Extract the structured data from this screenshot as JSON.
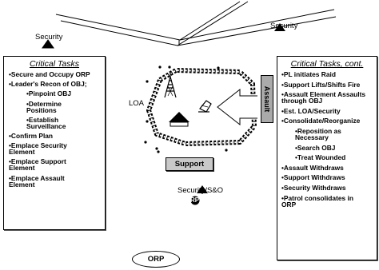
{
  "labels": {
    "security_left": "Security",
    "security_right": "Security",
    "loa": "LOA",
    "support": "Support",
    "assault": "Assault",
    "security_so": "Security/S&O",
    "rp": "RP",
    "orp": "ORP"
  },
  "left_panel": {
    "title": "Critical Tasks",
    "items": [
      {
        "text": "•Secure and Occupy ORP",
        "sub": false
      },
      {
        "text": "•Leader's Recon of OBJ;",
        "sub": false
      },
      {
        "text": "•Pinpoint OBJ",
        "sub": true
      },
      {
        "text": "•Determine Positions",
        "sub": true
      },
      {
        "text": "•Establish Surveillance",
        "sub": true
      },
      {
        "text": "•Confirm Plan",
        "sub": false
      },
      {
        "text": "•Emplace Security Element",
        "sub": false
      },
      {
        "text": "•Emplace Support Element",
        "sub": false
      },
      {
        "text": "•Emplace Assault Element",
        "sub": false
      }
    ]
  },
  "right_panel": {
    "title": "Critical Tasks, cont.",
    "items": [
      {
        "text": "•PL initiates Raid",
        "sub": false
      },
      {
        "text": "•Support Lifts/Shifts Fire",
        "sub": false
      },
      {
        "text": "•Assault Element Assaults through OBJ",
        "sub": false
      },
      {
        "text": "•Est. LOA/Security",
        "sub": false
      },
      {
        "text": "•Consolidate/Reorganize",
        "sub": false
      },
      {
        "text": "•Reposition as Necessary",
        "sub": true
      },
      {
        "text": "•Search OBJ",
        "sub": true
      },
      {
        "text": "•Treat Wounded",
        "sub": true
      },
      {
        "text": "•Assault Withdraws",
        "sub": false
      },
      {
        "text": "•Support Withdraws",
        "sub": false
      },
      {
        "text": "•Security Withdraws",
        "sub": false
      },
      {
        "text": "•Patrol consolidates in ORP",
        "sub": false
      }
    ]
  }
}
